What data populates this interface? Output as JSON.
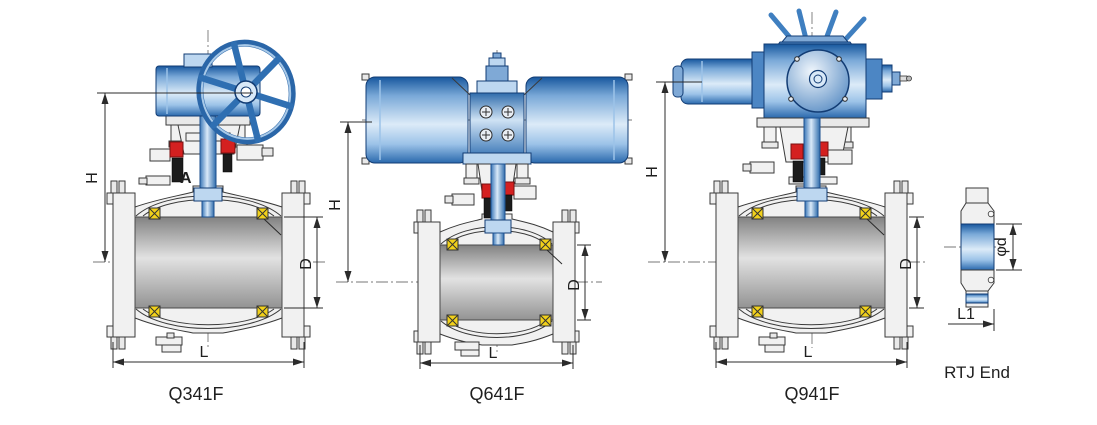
{
  "valves": [
    {
      "model": "Q341F",
      "actuator": "worm-gear-handwheel",
      "height_label": "H",
      "bore_label": "D",
      "length_label": "L",
      "stem_callout": "A"
    },
    {
      "model": "Q641F",
      "actuator": "pneumatic-double-cylinder",
      "height_label": "H",
      "bore_label": "D",
      "length_label": "L"
    },
    {
      "model": "Q941F",
      "actuator": "electric-motor",
      "height_label": "H",
      "bore_label": "D",
      "length_label": "L"
    }
  ],
  "flange_detail": {
    "caption": "RTJ End",
    "bore_label": "φd",
    "length_label": "L1"
  },
  "colors": {
    "actuator_blue_dark": "#17579e",
    "actuator_blue": "#2f6cac",
    "actuator_blue_light": "#d9e9f8",
    "pipe_gray_dark": "#828282",
    "pipe_gray_light": "#e2e2e2",
    "body_gray": "#f1f1f1",
    "seat_marker_yellow": "#f2d11b",
    "gland_red": "#d42020",
    "packing_black": "#1c1c1c",
    "outline": "#3a3a3a",
    "background": "#ffffff"
  }
}
